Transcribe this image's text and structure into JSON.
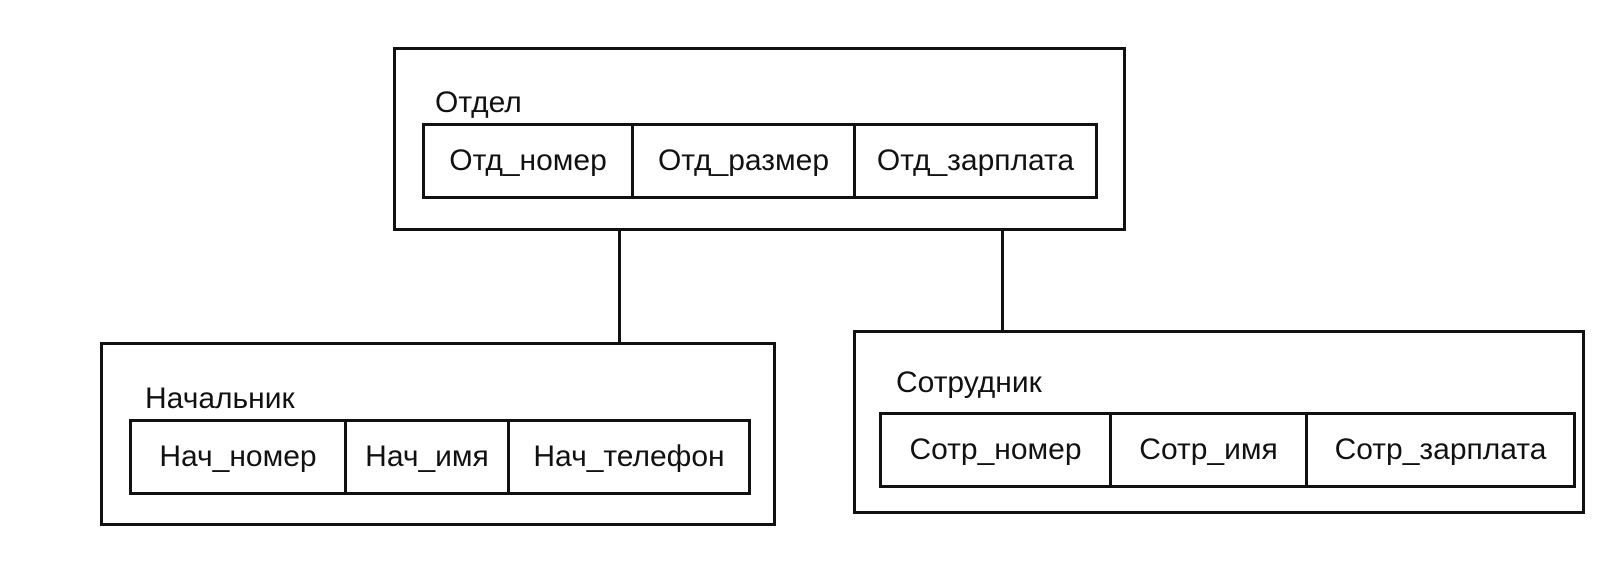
{
  "entities": {
    "otdel": {
      "title": "Отдел",
      "fields": [
        "Отд_номер",
        "Отд_размер",
        "Отд_зарплата"
      ]
    },
    "nachalnik": {
      "title": "Начальник",
      "fields": [
        "Нач_номер",
        "Нач_имя",
        "Нач_телефон"
      ]
    },
    "sotrudnik": {
      "title": "Сотрудник",
      "fields": [
        "Сотр_номер",
        "Сотр_имя",
        "Сотр_зарплата"
      ]
    }
  },
  "colors": {
    "line": "#111111",
    "background": "#ffffff"
  }
}
